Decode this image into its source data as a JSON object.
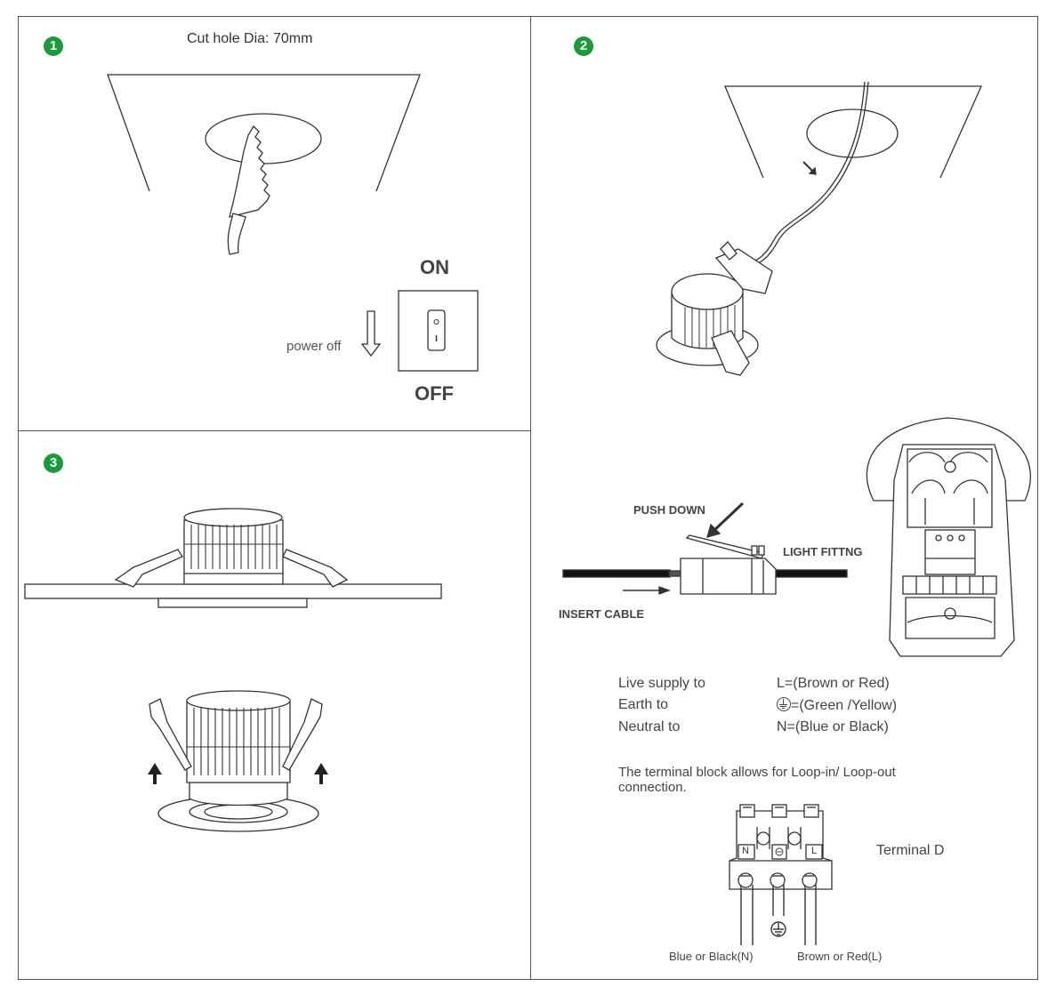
{
  "step1": {
    "number": "1",
    "cut_hole_label": "Cut hole Dia: 70mm",
    "switch_on_label": "ON",
    "switch_off_label": "OFF",
    "power_off_label": "power off"
  },
  "step2": {
    "number": "2",
    "push_down_label": "PUSH DOWN",
    "light_fitting_label": "LIGHT FITTNG",
    "insert_cable_label": "INSERT CABLE",
    "wiring": [
      {
        "left": "Live supply to",
        "right": "L=(Brown or Red)"
      },
      {
        "left": "Earth to",
        "right": "=(Green /Yellow)"
      },
      {
        "left": "Neutral to",
        "right": "N=(Blue or Black)"
      }
    ],
    "terminal_note": "The terminal block allows for Loop-in/ Loop-out connection.",
    "terminal_label": "Terminal D",
    "terminal_letters": [
      "N",
      "L"
    ],
    "neutral_wire_label": "Blue or Black(N)",
    "live_wire_label": "Brown or Red(L)"
  },
  "step3": {
    "number": "3"
  },
  "colors": {
    "badge": "#1a9a3a",
    "line": "#333333"
  }
}
